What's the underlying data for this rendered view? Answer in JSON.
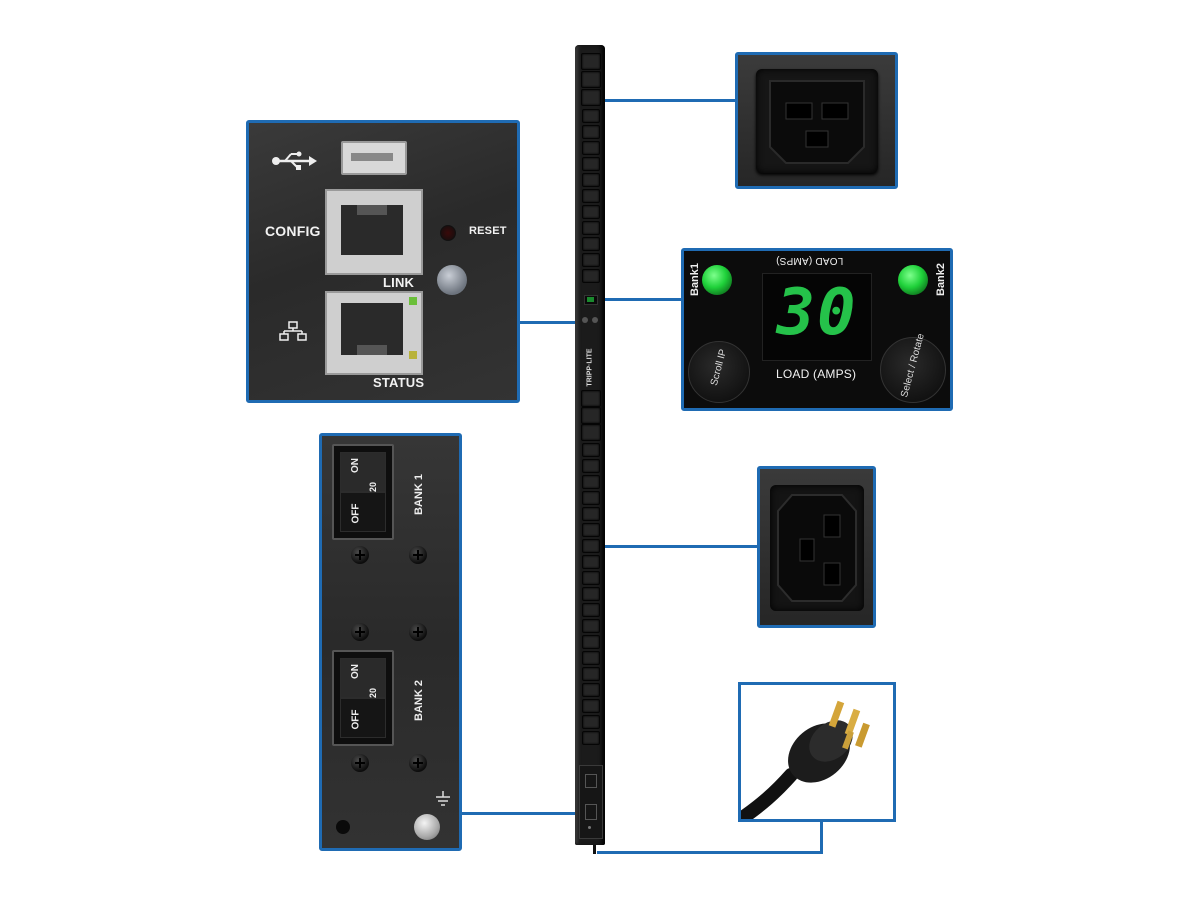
{
  "network_panel": {
    "config_label": "CONFIG",
    "reset_label": "RESET",
    "link_label": "LINK",
    "status_label": "STATUS",
    "usb_icon": "usb-icon",
    "network_icon": "network-icon"
  },
  "display_panel": {
    "bank1_label": "Bank1",
    "bank2_label": "Bank2",
    "load_reading": "30",
    "load_label": "LOAD (AMPS)",
    "load_label_mirrored": "LOAD (AMPS)",
    "scroll_button_label": "Scroll IP",
    "select_button_label": "Select / Rotate",
    "led_color": "#1fd13a",
    "digit_color": "#25c24a"
  },
  "breaker_panel": {
    "bank1_label": "BANK 1",
    "bank2_label": "BANK 2",
    "on_label": "ON",
    "off_label": "OFF",
    "rating": "20",
    "ground_icon": "ground-icon"
  },
  "pdu": {
    "logo_text": "TRIPP·LITE"
  },
  "colors": {
    "accent_blue": "#1f6bb3",
    "panel_dark": "#2e2e2e"
  }
}
